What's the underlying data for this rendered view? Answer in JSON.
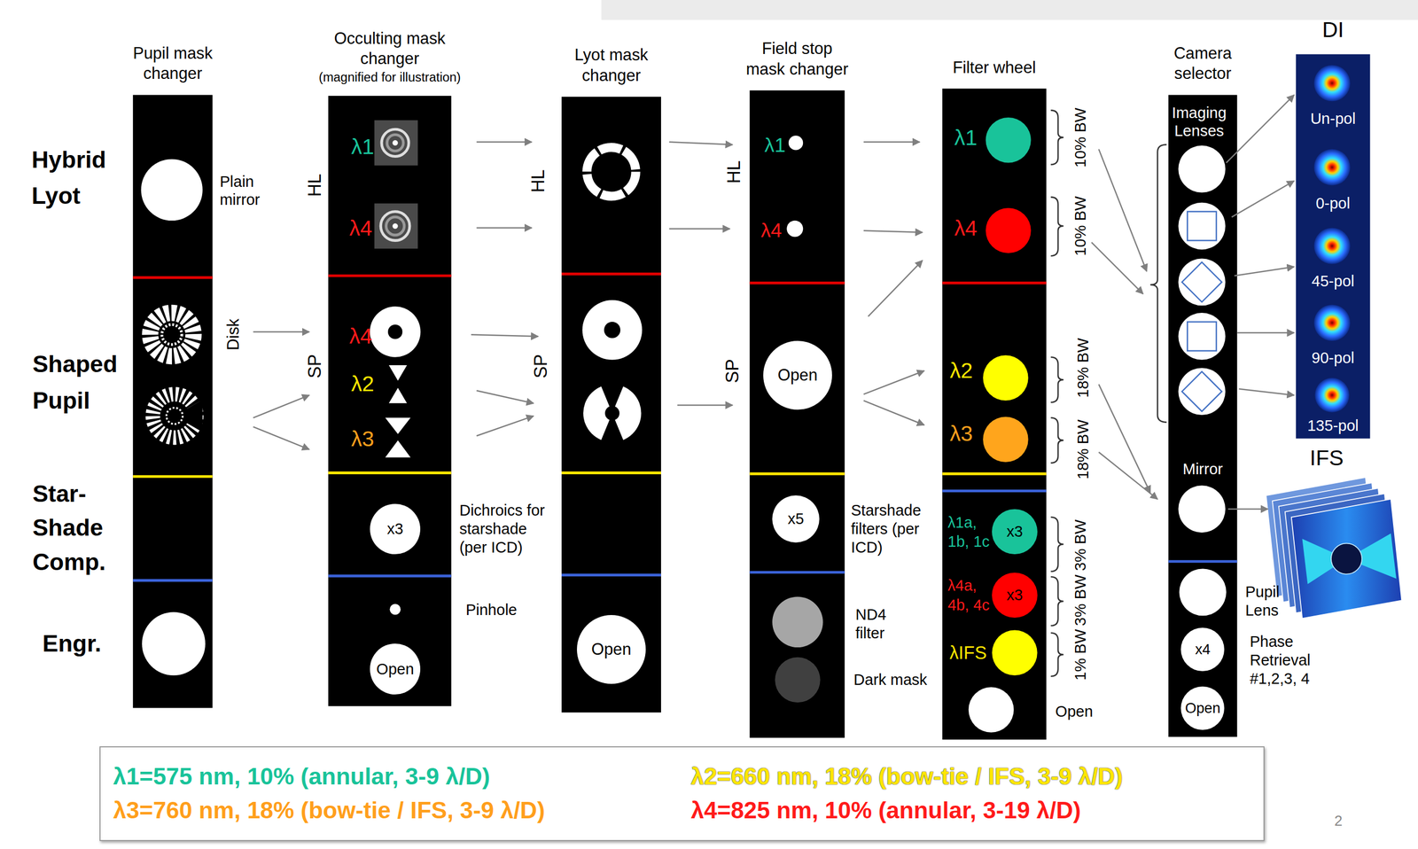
{
  "diagram": {
    "nodes": [
      {
        "text": [
          "Pupil mask changer"
        ]
      },
      {
        "text": [
          "Occulting mask changer",
          "(magnified for illustration)"
        ]
      },
      {
        "text": [
          "x3"
        ],
        "in": 1
      },
      {
        "text": [
          "Open"
        ],
        "in": 1
      },
      {
        "text": [
          "Lyot mask changer"
        ]
      },
      {
        "text": [
          "Open"
        ],
        "in": 4
      },
      {
        "text": [
          "Field stop mask changer"
        ]
      },
      {
        "text": [
          "Open"
        ],
        "in": 6
      },
      {
        "text": [
          "x5"
        ],
        "in": 6
      },
      {
        "text": [
          "Filter wheel"
        ]
      },
      {
        "text": [
          "x3"
        ],
        "in": 9
      },
      {
        "text": [
          "x3"
        ],
        "in": 9
      },
      {
        "text": [
          "Camera selector"
        ]
      },
      {
        "text": [
          "x4"
        ],
        "in": 12
      },
      {
        "text": [
          "Open"
        ],
        "in": 12
      },
      {
        "text": [
          "DI"
        ]
      },
      {
        "text": [
          "Un-pol"
        ],
        "in": 15
      },
      {
        "text": [
          "0-pol"
        ],
        "in": 15
      },
      {
        "text": [
          "45-pol"
        ],
        "in": 15
      },
      {
        "text": [
          "90-pol"
        ],
        "in": 15
      },
      {
        "text": [
          "135-pol"
        ],
        "in": 15
      },
      {
        "text": [
          "λ1=575 nm, 10% (annular, 3-9 λ/D)",
          "λ2=660 nm, 18% (bow-tie / IFS, 3-9 λ/D)",
          "λ3=760 nm, 18% (bow-tie / IFS, 3-9 λ/D)",
          "λ4=825 nm, 10% (annular, 3-19 λ/D)"
        ]
      }
    ],
    "edges": [
      {
        "from": 0,
        "to": 1,
        "arrow": "to"
      },
      {
        "from": 0,
        "to": 1,
        "arrow": "to"
      },
      {
        "from": 0,
        "to": 1,
        "arrow": "to"
      },
      {
        "from": 1,
        "to": 4,
        "arrow": "to"
      },
      {
        "from": 1,
        "to": 4,
        "arrow": "to"
      },
      {
        "from": 1,
        "to": 4,
        "arrow": "to"
      },
      {
        "from": 1,
        "to": 4,
        "arrow": "to"
      },
      {
        "from": 1,
        "to": 4,
        "arrow": "to"
      },
      {
        "from": 4,
        "to": 6,
        "arrow": "to"
      },
      {
        "from": 4,
        "to": 6,
        "arrow": "to"
      },
      {
        "from": 4,
        "to": 6,
        "arrow": "to"
      },
      {
        "from": 6,
        "to": 9,
        "arrow": "to"
      },
      {
        "from": 6,
        "to": 9,
        "arrow": "to"
      },
      {
        "from": 6,
        "to": 9,
        "arrow": "to"
      },
      {
        "from": 6,
        "to": 9,
        "arrow": "to"
      },
      {
        "from": 6,
        "to": 9,
        "arrow": "to"
      },
      {
        "from": 9,
        "to": 12,
        "arrow": "to"
      },
      {
        "from": 9,
        "to": 12,
        "arrow": "to"
      },
      {
        "from": 9,
        "to": 12,
        "arrow": "to"
      },
      {
        "from": 9,
        "to": 12,
        "arrow": "to"
      },
      {
        "from": 12,
        "to": 16,
        "arrow": "to"
      },
      {
        "from": 12,
        "to": 17,
        "arrow": "to"
      },
      {
        "from": 12,
        "to": 18,
        "arrow": "to"
      },
      {
        "from": 12,
        "to": 19,
        "arrow": "to"
      },
      {
        "from": 12,
        "to": 20,
        "arrow": "to"
      }
    ],
    "labels": [
      "Hybrid Lyot",
      "Plain mirror",
      "HL",
      "λ1",
      "λ4",
      "HL",
      "HL",
      "λ1",
      "λ4",
      "λ1",
      "λ4",
      "10% BW",
      "10% BW",
      "Shaped Pupil",
      "Disk",
      "SP",
      "λ4",
      "λ2",
      "λ3",
      "SP",
      "SP",
      "λ2",
      "λ3",
      "18% BW",
      "18% BW",
      "Imaging Lenses",
      "Star-Shade Comp.",
      "Dichroics for starshade (per ICD)",
      "Starshade filters (per ICD)",
      "λ1a, 1b, 1c",
      "λ4a, 4b, 4c",
      "λIFS",
      "3% BW",
      "3% BW",
      "1% BW",
      "Mirror",
      "Engr.",
      "Pinhole",
      "ND4 filter",
      "Dark mask",
      "Open",
      "Pupil Lens",
      "Phase Retrieval #1,2,3, 4",
      "IFS",
      "2"
    ]
  }
}
